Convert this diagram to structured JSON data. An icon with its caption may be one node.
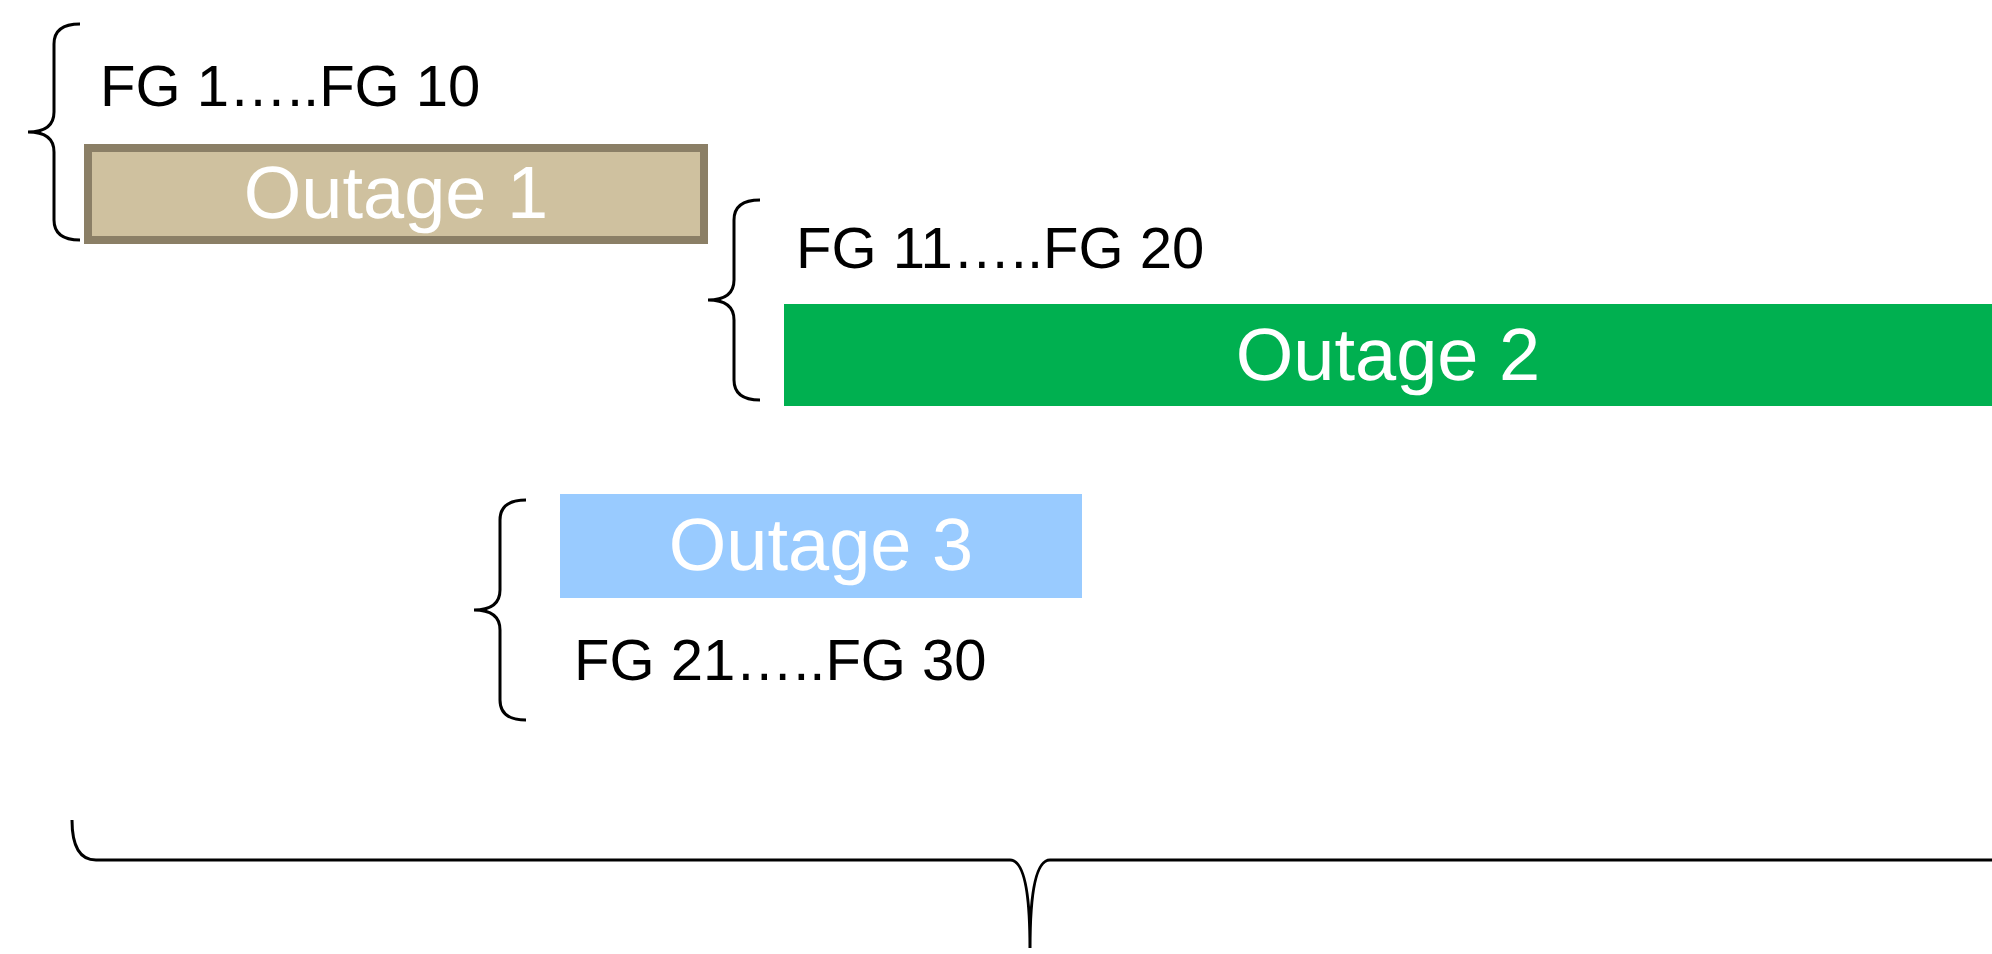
{
  "diagram": {
    "nodes": [
      {
        "text": [
          "Outage 1"
        ],
        "beside": [
          "FG 1…..FG 10"
        ]
      },
      {
        "text": [
          "Outage 2"
        ],
        "beside": [
          "FG 11…..FG 20"
        ]
      },
      {
        "text": [
          "Outage 3"
        ],
        "beside": [
          "FG 21…..FG 30"
        ]
      }
    ]
  }
}
